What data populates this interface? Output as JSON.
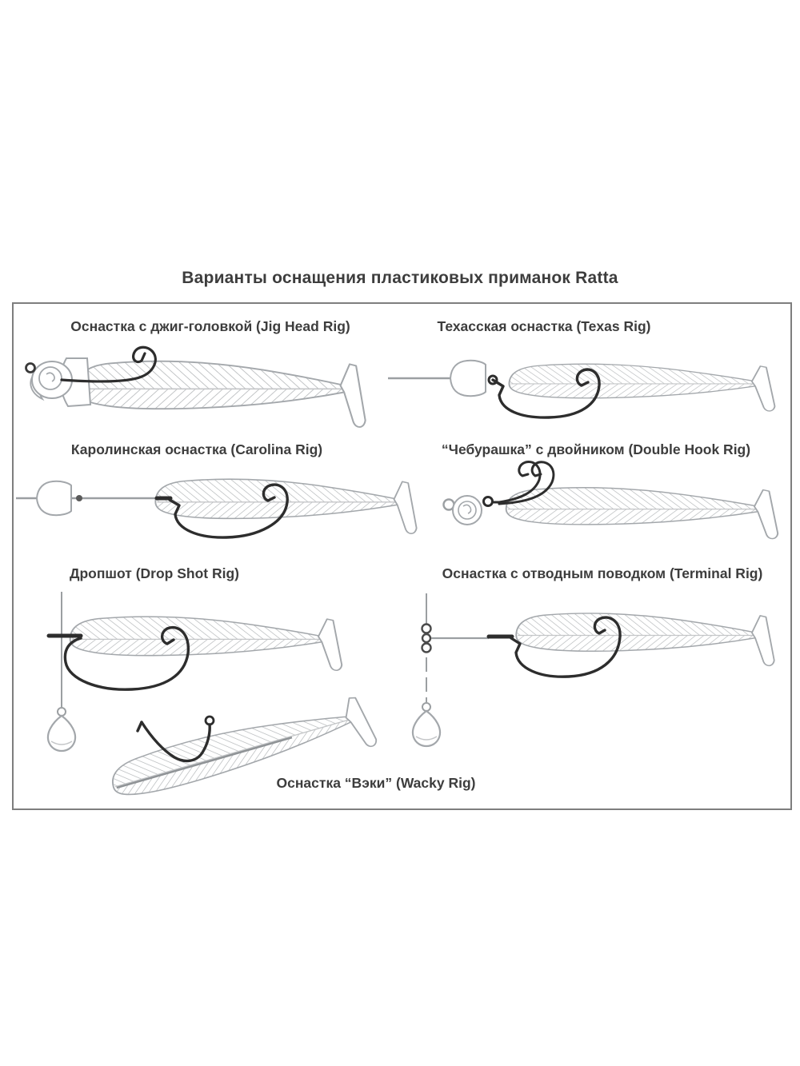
{
  "title": "Варианты оснащения пластиковых приманок Ratta",
  "rigs": [
    {
      "name": "jig-head",
      "label": "Оснастка с джиг-головкой (Jig Head Rig)"
    },
    {
      "name": "texas",
      "label": "Техасская оснастка (Texas Rig)"
    },
    {
      "name": "carolina",
      "label": "Каролинская оснастка (Carolina Rig)"
    },
    {
      "name": "double-hook",
      "label": "“Чебурашка” с двойником (Double Hook Rig)"
    },
    {
      "name": "drop-shot",
      "label": "Дропшот (Drop Shot Rig)"
    },
    {
      "name": "terminal",
      "label": "Оснастка с отводным поводком (Terminal Rig)"
    },
    {
      "name": "wacky",
      "label": "Оснастка “Вэки” (Wacky Rig)"
    }
  ],
  "colors": {
    "text": "#3d3d3d",
    "hook": "#2d2d2d",
    "lure_outline": "#a3a7ab",
    "hatch": "#b6b9bb",
    "fishing_line": "#9b9fa2",
    "frame_border": "#7e7e7e"
  }
}
